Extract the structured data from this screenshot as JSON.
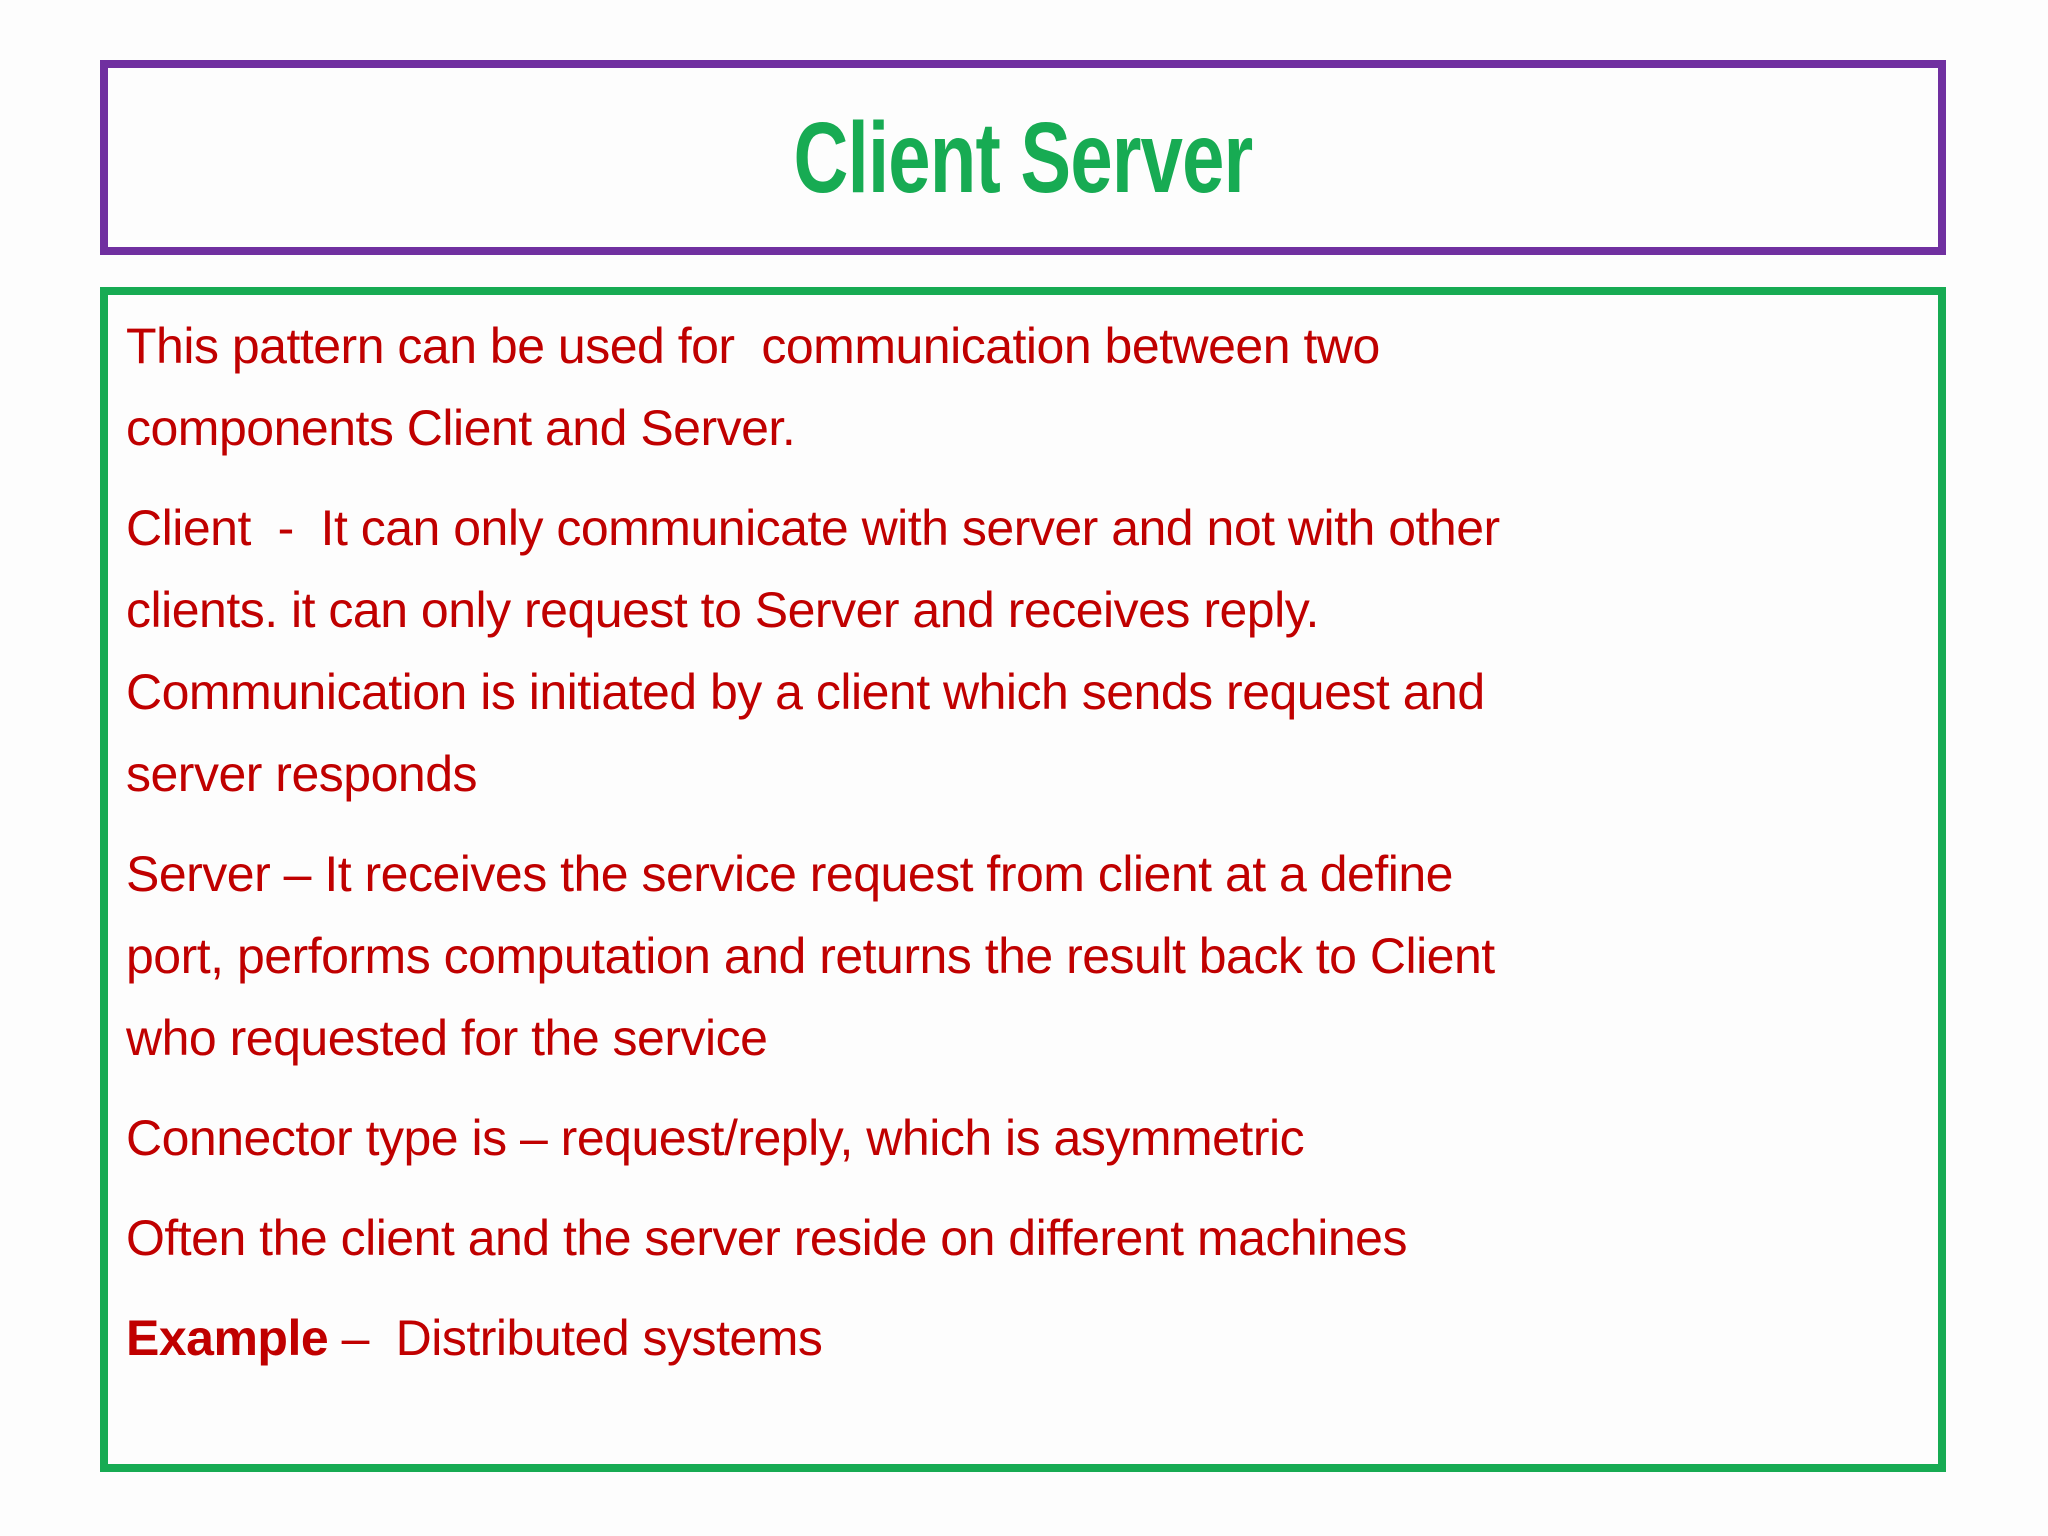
{
  "slide": {
    "colors": {
      "purple": "#7030A0",
      "green": "#17AB53",
      "red": "#C00000",
      "bg": "#FDFDFD"
    },
    "title": "Client Server",
    "paragraphs": [
      {
        "text": "This pattern can be used for  communication between two\ncomponents Client and Server."
      },
      {
        "text": "Client  -  It can only communicate with server and not with other\nclients. it can only request to Server and receives reply.\nCommunication is initiated by a client which sends request and\nserver responds"
      },
      {
        "text": "Server – It receives the service request from client at a define\nport, performs computation and returns the result back to Client\nwho requested for the service"
      },
      {
        "text": "Connector type is – request/reply, which is asymmetric"
      },
      {
        "text": "Often the client and the server reside on different machines"
      },
      {
        "bold": "Example",
        "text": " –  Distributed systems"
      }
    ]
  }
}
